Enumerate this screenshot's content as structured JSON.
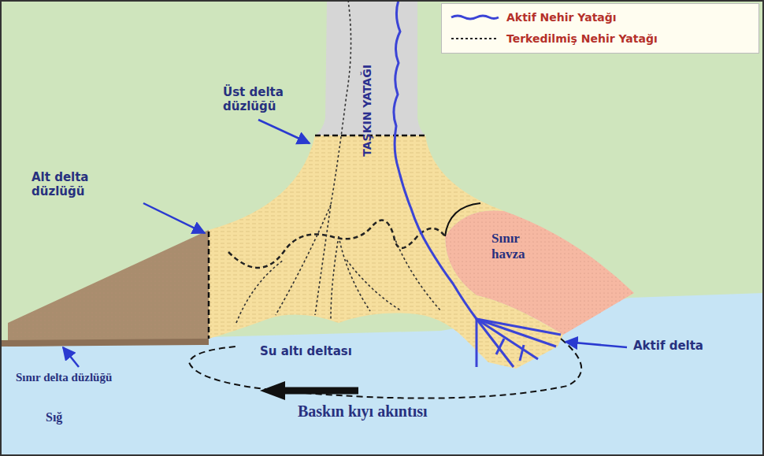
{
  "diagram": {
    "labels": [
      "TAŞKIN YATAĞI",
      "Üst delta düzlüğü",
      "Alt delta düzlüğü",
      "Sınır havza",
      "Su altı deltası",
      "Aktif delta",
      "Sınır delta düzlüğü",
      "Sığ",
      "Baskın kıyı akıntısı"
    ],
    "legend": [
      {
        "text": "Aktif Nehir Yatağı"
      },
      {
        "text": "Terkedilmiş Nehir Yatağı"
      }
    ]
  }
}
